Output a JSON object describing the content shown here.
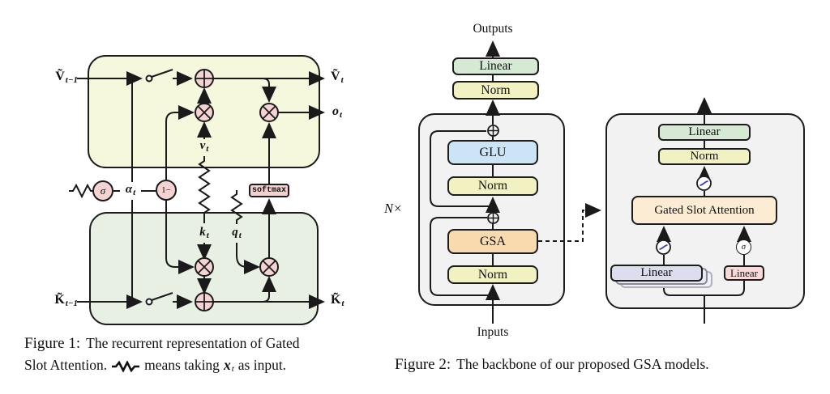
{
  "figure1": {
    "io": {
      "v_prev_main": "Ṽ",
      "v_prev_sub": "t−1",
      "v_next_main": "Ṽ",
      "v_next_sub": "t",
      "o_main": "o",
      "o_sub": "t",
      "kk_prev_main": "K̃",
      "kk_prev_sub": "t−1",
      "kk_next_main": "K̃",
      "kk_next_sub": "t"
    },
    "inner": {
      "v_main": "v",
      "v_sub": "t",
      "k_main": "k",
      "k_sub": "t",
      "q_main": "q",
      "q_sub": "t",
      "alpha_main": "α",
      "alpha_sub": "t",
      "sigma": "σ",
      "one_minus": "1−",
      "softmax": "softmax"
    },
    "caption": {
      "label": "Figure 1:",
      "line1": "The recurrent representation of Gated",
      "line2_start": "Slot Attention.",
      "line2_mid": "means taking",
      "x_main": "x",
      "x_sub": "t",
      "line2_end": "as input."
    }
  },
  "figure2": {
    "outputs": "Outputs",
    "inputs": "Inputs",
    "repeat": "N×",
    "blocks": {
      "linear": "Linear",
      "norm": "Norm",
      "glu": "GLU",
      "gsa": "GSA",
      "gsa_full": "Gated Slot Attention",
      "sigma": "σ"
    },
    "caption": {
      "label": "Figure 2:",
      "text": "The backbone of our proposed GSA models."
    }
  },
  "colors": {
    "line": "#1a1a1a",
    "state_box_yellow": "#f6f8de",
    "state_box_green": "#e7f0e3",
    "node_pink": "#f6d3d3",
    "softmax_pink": "#f6cfcf",
    "container_gray": "#f2f2f2",
    "linear_green": "#d6e9d4",
    "norm_yellow": "#f1f1c1",
    "glu_blue": "#cbe5f6",
    "gsa_orange": "#f9d9ae",
    "gsa_cream": "#fbecd3",
    "linear_lavender": "#dcdeee",
    "linear_pink": "#f8d8d8",
    "activation_blue": "#3b3bc4"
  }
}
